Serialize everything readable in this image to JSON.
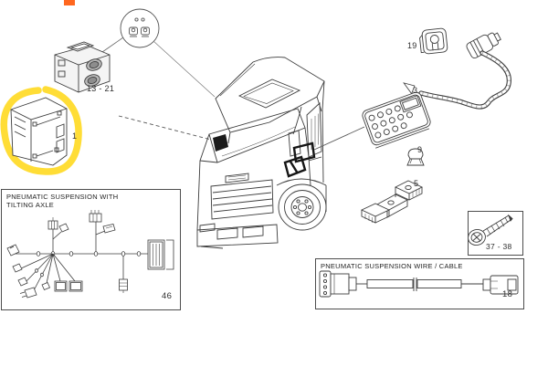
{
  "colors": {
    "highlight_marker": "#ffd60a",
    "top_marker": "#ff671f",
    "line_art": "#3d3d3d"
  },
  "parts": {
    "switch": {
      "ref": "13 - 21"
    },
    "control_unit": {
      "ref": "1"
    },
    "clip": {
      "ref": "19"
    },
    "remote_keypad": {
      "ref": "3"
    },
    "grommet": {
      "ref": "9"
    },
    "bracket": {
      "ref": "5"
    },
    "screw": {
      "ref": "37 - 38"
    },
    "wiring_harness": {
      "ref": "46"
    },
    "wire_cable": {
      "ref": "18"
    }
  },
  "boxes": {
    "harness": {
      "title_line1": "PNEUMATIC SUSPENSION WITH",
      "title_line2": "TILTING AXLE"
    },
    "cable": {
      "title": "PNEUMATIC SUSPENSION WIRE / CABLE"
    }
  },
  "icons": {
    "callout": "suspension-switch-symbol"
  }
}
